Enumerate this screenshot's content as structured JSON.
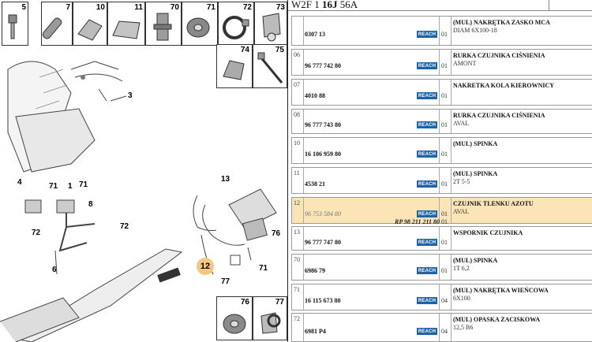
{
  "header": {
    "code_prefix": "W2F 1 ",
    "code_bold": "16J",
    "code_suffix": " 56A"
  },
  "thumbnails": [
    {
      "num": "5",
      "icon": "bolt-icon"
    },
    {
      "num": "7",
      "icon": "pin-icon"
    },
    {
      "num": "10",
      "icon": "clip-icon"
    },
    {
      "num": "11",
      "icon": "clip-icon"
    },
    {
      "num": "70",
      "icon": "clip-icon"
    },
    {
      "num": "71",
      "icon": "nut-icon"
    },
    {
      "num": "72",
      "icon": "clamp-icon"
    },
    {
      "num": "73",
      "icon": "bracket-icon"
    },
    {
      "num": "74",
      "icon": "clip-icon"
    },
    {
      "num": "75",
      "icon": "cable-tie-icon"
    },
    {
      "num": "76",
      "icon": "nut-icon"
    },
    {
      "num": "77",
      "icon": "clamp-icon"
    }
  ],
  "callouts": [
    "3",
    "4",
    "71",
    "1",
    "71",
    "8",
    "72",
    "72",
    "6",
    "13",
    "76",
    "12",
    "71",
    "77"
  ],
  "reach_label": "REACH",
  "rows": [
    {
      "idx": "",
      "ref": "0307 13",
      "qty": "01",
      "name": "(MUL) NAKRĘTKA ZASKO MCA",
      "desc": "DIAM 6X100-18"
    },
    {
      "idx": "06",
      "ref": "96 777 742 80",
      "qty": "01",
      "name": "RURKA CZUJNIKA CIŚNIENIA",
      "desc": "AMONT"
    },
    {
      "idx": "07",
      "ref": "4010 88",
      "qty": "01",
      "name": "NAKRETKA KOLA KIEROWNICY",
      "desc": ""
    },
    {
      "idx": "08",
      "ref": "96 777 743 80",
      "qty": "01",
      "name": "RURKA CZUJNIKA CIŚNIENIA",
      "desc": "AVAL"
    },
    {
      "idx": "10",
      "ref": "16 106 959 80",
      "qty": "01",
      "name": "(MUL) SPINKA",
      "desc": ""
    },
    {
      "idx": "11",
      "ref": "4538 21",
      "qty": "01",
      "name": "(MUL) SPINKA",
      "desc": "2T 5-5"
    },
    {
      "idx": "12",
      "ref": "96 753 584 80",
      "qty": "01",
      "name": "CZUJNIK TLENKU AZOTU",
      "desc": "AVAL",
      "alt_ref": "RP 98 211 211 80",
      "alt_qty": "01",
      "highlight": true
    },
    {
      "idx": "13",
      "ref": "96 777 747 80",
      "qty": "01",
      "name": "WSPORNIK CZUJNIKA",
      "desc": ""
    },
    {
      "idx": "70",
      "ref": "6986 79",
      "qty": "01",
      "name": "(MUL) SPINKA",
      "desc": "1T 6,2"
    },
    {
      "idx": "71",
      "ref": "16 115 673 80",
      "qty": "04",
      "name": "(MUL) NAKRĘTKA WIEŃCOWA",
      "desc": "6X100"
    },
    {
      "idx": "72",
      "ref": "6981 P4",
      "qty": "04",
      "name": "(MUL) OPASKA ZACISKOWA",
      "desc": "12,5 B6"
    }
  ]
}
